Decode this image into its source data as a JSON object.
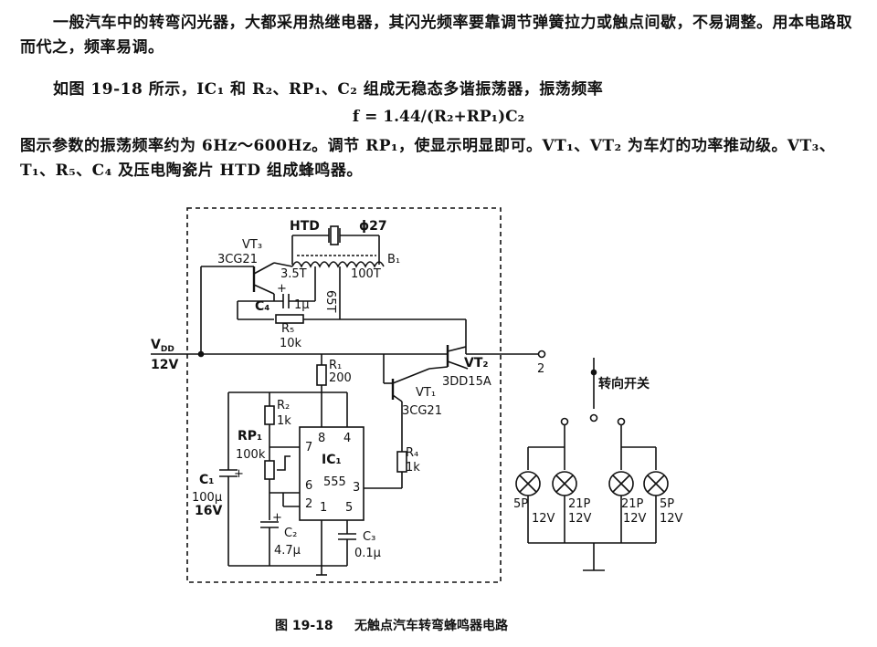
{
  "text": {
    "para1": "一般汽车中的转弯闪光器，大都采用热继电器，其闪光频率要靠调节弹簧拉力或触点间歇，不易调整。用本电路取而代之，频率易调。",
    "para2": "如图 19-18 所示，IC₁ 和 R₂、RP₁、C₂ 组成无稳态多谐振荡器，振荡频率",
    "formula": "f = 1.44/(R₂+RP₁)C₂",
    "para3": "图示参数的振荡频率约为 6Hz～600Hz。调节 RP₁，使显示明显即可。VT₁、VT₂ 为车灯的功率推动级。VT₃、T₁、R₅、C₄ 及压电陶瓷片 HTD 组成蜂鸣器。"
  },
  "diagram": {
    "htd": "HTD",
    "htd_size": "ϕ27",
    "vt3": "VT₃",
    "vt3_type": "3CG21",
    "b1": "B₁",
    "turns_a": "3.5T",
    "turns_b": "65T",
    "turns_c": "100T",
    "c4": "C₄",
    "c4_val": "1μ",
    "r5": "R₅",
    "r5_val": "10k",
    "vdd": "V",
    "vdd_sub": "DD",
    "vdd_val": "12V",
    "r1": "R₁",
    "r1_val": "200",
    "vt2": "VT₂",
    "vt2_type": "3DD15A",
    "vt1": "VT₁",
    "vt1_type": "3CG21",
    "node2": "2",
    "turn_switch": "转向开关",
    "r2": "R₂",
    "r2_val": "1k",
    "rp1": "RP₁",
    "rp1_val": "100k",
    "c1": "C₁",
    "c1_val": "100μ",
    "c1_volt": "16V",
    "ic1": "IC₁",
    "ic1_type": "555",
    "pin8": "8",
    "pin4": "4",
    "pin7": "7",
    "pin6": "6",
    "pin3": "3",
    "pin2": "2",
    "pin1": "1",
    "pin5": "5",
    "r4": "R₄",
    "r4_val": "1k",
    "c2": "C₂",
    "c2_val": "4.7μ",
    "c3": "C₃",
    "c3_val": "0.1μ",
    "lamp1": "5P",
    "lamp1_v": "12V",
    "lamp2": "21P",
    "lamp2_v": "12V",
    "lamp3": "21P",
    "lamp3_v": "12V",
    "lamp4": "5P",
    "lamp4_v": "12V",
    "plus": "+"
  },
  "caption": {
    "fig": "图 19-18",
    "title": "无触点汽车转弯蜂鸣器电路"
  }
}
